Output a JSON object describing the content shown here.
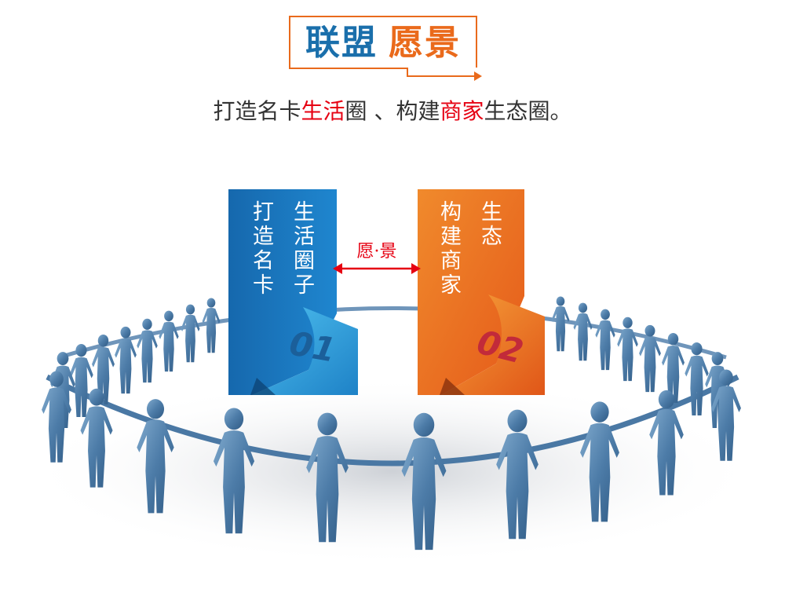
{
  "title": {
    "part1": "联盟",
    "part2": "愿景"
  },
  "subtitle": {
    "seg1": "打造名卡",
    "seg2": "生活",
    "seg3": "圈  、构建",
    "seg4": "商家",
    "seg5": "生态圈。"
  },
  "cards": [
    {
      "col_right": "生活圈子",
      "col_left": "打造名卡",
      "number": "01",
      "color": "#1b7cc4"
    },
    {
      "col_right": "生态",
      "col_left": "构建商家",
      "number": "02",
      "color": "#ea6c1e"
    }
  ],
  "center_label": "愿·景",
  "colors": {
    "accent_orange": "#e96a1c",
    "title_blue": "#1a6fab",
    "highlight_red": "#e60012",
    "figure_blue": "#4f7fa8"
  }
}
